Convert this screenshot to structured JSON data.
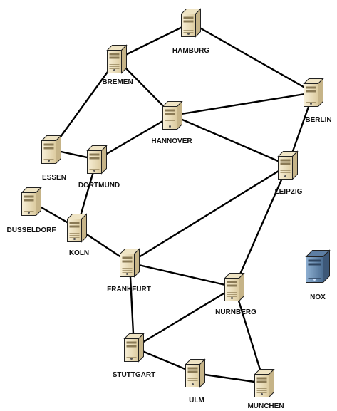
{
  "nodes": [
    {
      "id": "hamburg",
      "label": "HAMBURG",
      "kind": "beige"
    },
    {
      "id": "bremen",
      "label": "BREMEN",
      "kind": "beige"
    },
    {
      "id": "berlin",
      "label": "BERLIN",
      "kind": "beige"
    },
    {
      "id": "hannover",
      "label": "HANNOVER",
      "kind": "beige"
    },
    {
      "id": "essen",
      "label": "ESSEN",
      "kind": "beige"
    },
    {
      "id": "dortmund",
      "label": "DORTMUND",
      "kind": "beige"
    },
    {
      "id": "leipzig",
      "label": "LEIPZIG",
      "kind": "beige"
    },
    {
      "id": "dusseldorf",
      "label": "DUSSELDORF",
      "kind": "beige"
    },
    {
      "id": "koln",
      "label": "KOLN",
      "kind": "beige"
    },
    {
      "id": "frankfurt",
      "label": "FRANKFURT",
      "kind": "beige"
    },
    {
      "id": "nurnberg",
      "label": "NURNBERG",
      "kind": "beige"
    },
    {
      "id": "stuttgart",
      "label": "STUTTGART",
      "kind": "beige"
    },
    {
      "id": "ulm",
      "label": "ULM",
      "kind": "beige"
    },
    {
      "id": "munchen",
      "label": "MUNCHEN",
      "kind": "beige"
    },
    {
      "id": "nox",
      "label": "NOX",
      "kind": "blue"
    }
  ],
  "links": [
    [
      "hamburg",
      "bremen"
    ],
    [
      "hamburg",
      "berlin"
    ],
    [
      "bremen",
      "hannover"
    ],
    [
      "bremen",
      "essen"
    ],
    [
      "hannover",
      "berlin"
    ],
    [
      "hannover",
      "leipzig"
    ],
    [
      "hannover",
      "dortmund"
    ],
    [
      "berlin",
      "leipzig"
    ],
    [
      "essen",
      "dortmund"
    ],
    [
      "dortmund",
      "koln"
    ],
    [
      "dusseldorf",
      "koln"
    ],
    [
      "koln",
      "frankfurt"
    ],
    [
      "frankfurt",
      "leipzig"
    ],
    [
      "leipzig",
      "nurnberg"
    ],
    [
      "frankfurt",
      "nurnberg"
    ],
    [
      "frankfurt",
      "stuttgart"
    ],
    [
      "stuttgart",
      "nurnberg"
    ],
    [
      "stuttgart",
      "ulm"
    ],
    [
      "ulm",
      "munchen"
    ],
    [
      "nurnberg",
      "munchen"
    ]
  ],
  "colors": {
    "server_body": "#efe4c4",
    "server_side": "#c6b488",
    "server_front": "#f7eed6",
    "server_blue": "#5d7ea3",
    "server_blue_side": "#3d5878",
    "server_blue_front": "#7f9ec0",
    "edge": "#000000"
  }
}
